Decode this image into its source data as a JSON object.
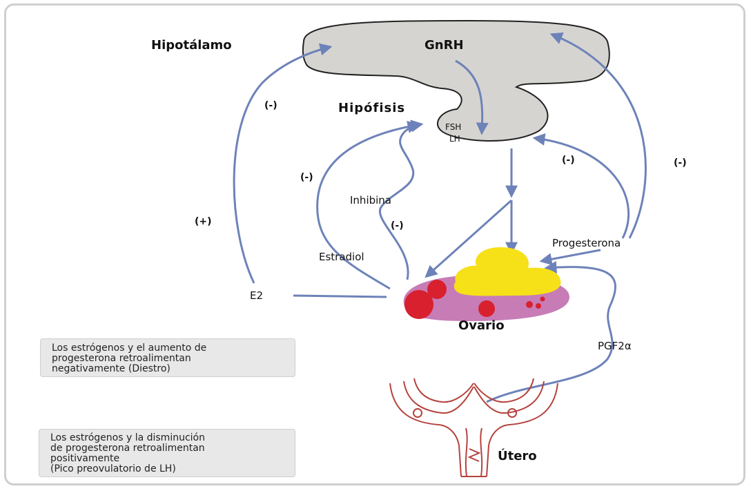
{
  "labels": {
    "hipotalamo": "Hipotálamo",
    "gnrh": "GnRH",
    "hipofisis": "Hipófisis",
    "fsh": "FSH",
    "lh": "LH",
    "inhibina": "Inhibina",
    "estradiol": "Estradiol",
    "e2": "E2",
    "progesterona": "Progesterona",
    "ovario": "Ovario",
    "pgf2a": "PGF2α",
    "utero": "Útero"
  },
  "signs": {
    "hypothalamus_e2": "(-)",
    "hypothalamus_e2_positive": "(+)",
    "estradiol": "(-)",
    "inhibina": "(-)",
    "progesterona_pituitary": "(-)",
    "progesterona_hypothalamus": "(-)"
  },
  "notes": {
    "negative": [
      "Los estrógenos y el aumento de",
      "progesterona retroalimentan",
      "negativamente (Diestro)"
    ],
    "positive": [
      "Los estrógenos y la disminución",
      "de progesterona retroalimentan",
      "positivamente",
      "(Pico preovulatorio de LH)"
    ]
  },
  "colors": {
    "arrow": "#6d82b8",
    "gland_fill": "#d6d4d1",
    "ovary": "#c77cb6",
    "corpus_luteum": "#f6e018",
    "follicle": "#d8202e",
    "uterus": "#b5423e"
  }
}
